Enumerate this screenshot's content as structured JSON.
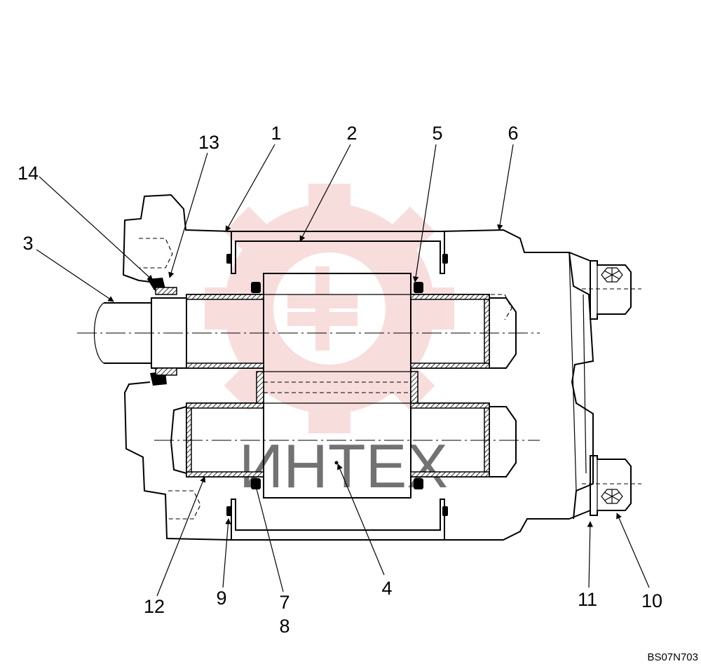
{
  "diagram": {
    "callouts": [
      {
        "id": "c1",
        "label": "1"
      },
      {
        "id": "c2",
        "label": "2"
      },
      {
        "id": "c3",
        "label": "3"
      },
      {
        "id": "c4",
        "label": "4"
      },
      {
        "id": "c5",
        "label": "5"
      },
      {
        "id": "c6",
        "label": "6"
      },
      {
        "id": "c7",
        "label": "7"
      },
      {
        "id": "c8",
        "label": "8"
      },
      {
        "id": "c9",
        "label": "9"
      },
      {
        "id": "c10",
        "label": "10"
      },
      {
        "id": "c11",
        "label": "11"
      },
      {
        "id": "c12",
        "label": "12"
      },
      {
        "id": "c13",
        "label": "13"
      },
      {
        "id": "c14",
        "label": "14"
      }
    ],
    "drawing_code": "BS07N703",
    "watermark": {
      "text": "ИНТЕХ",
      "color": "#f4c2c2"
    }
  }
}
